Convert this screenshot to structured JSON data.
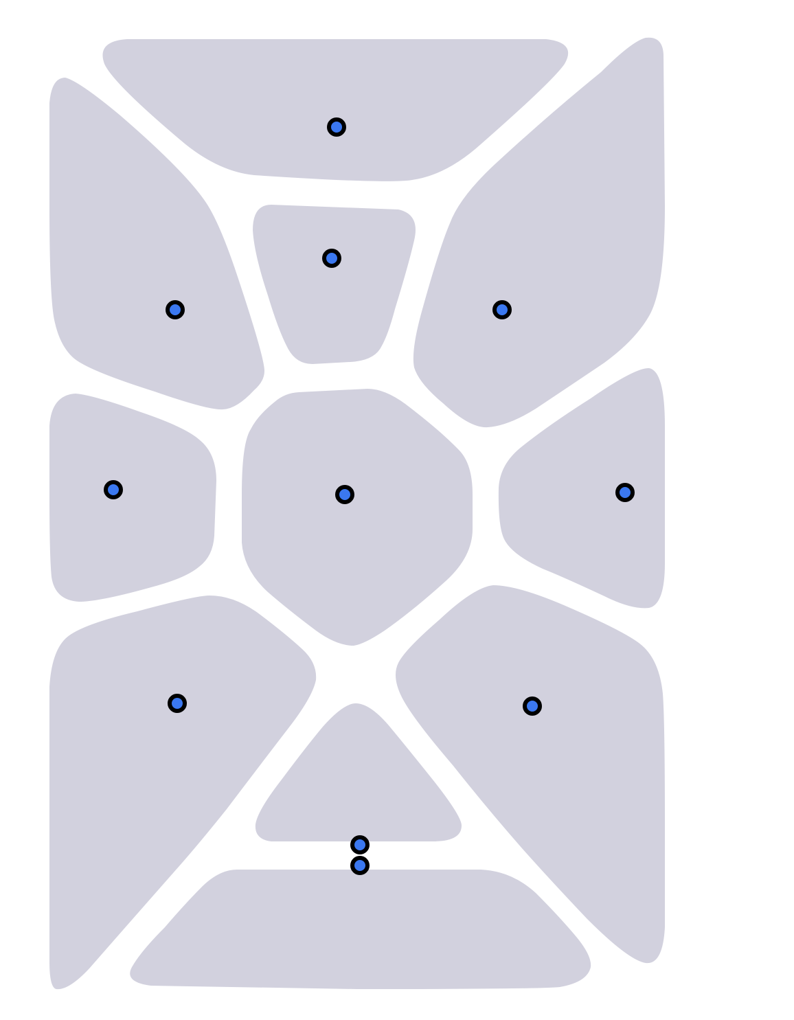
{
  "diagram": {
    "type": "voronoi",
    "colors": {
      "cell_fill": "#d2d1de",
      "seed_fill": "#3b78f0",
      "seed_stroke": "#000000",
      "background": "#ffffff"
    },
    "cells": [
      {
        "id": "top"
      },
      {
        "id": "upper-left"
      },
      {
        "id": "upper-center"
      },
      {
        "id": "upper-right"
      },
      {
        "id": "middle-left"
      },
      {
        "id": "center"
      },
      {
        "id": "middle-right"
      },
      {
        "id": "lower-left"
      },
      {
        "id": "lower-center"
      },
      {
        "id": "lower-right"
      },
      {
        "id": "bottom"
      }
    ],
    "seed_count": 11
  }
}
